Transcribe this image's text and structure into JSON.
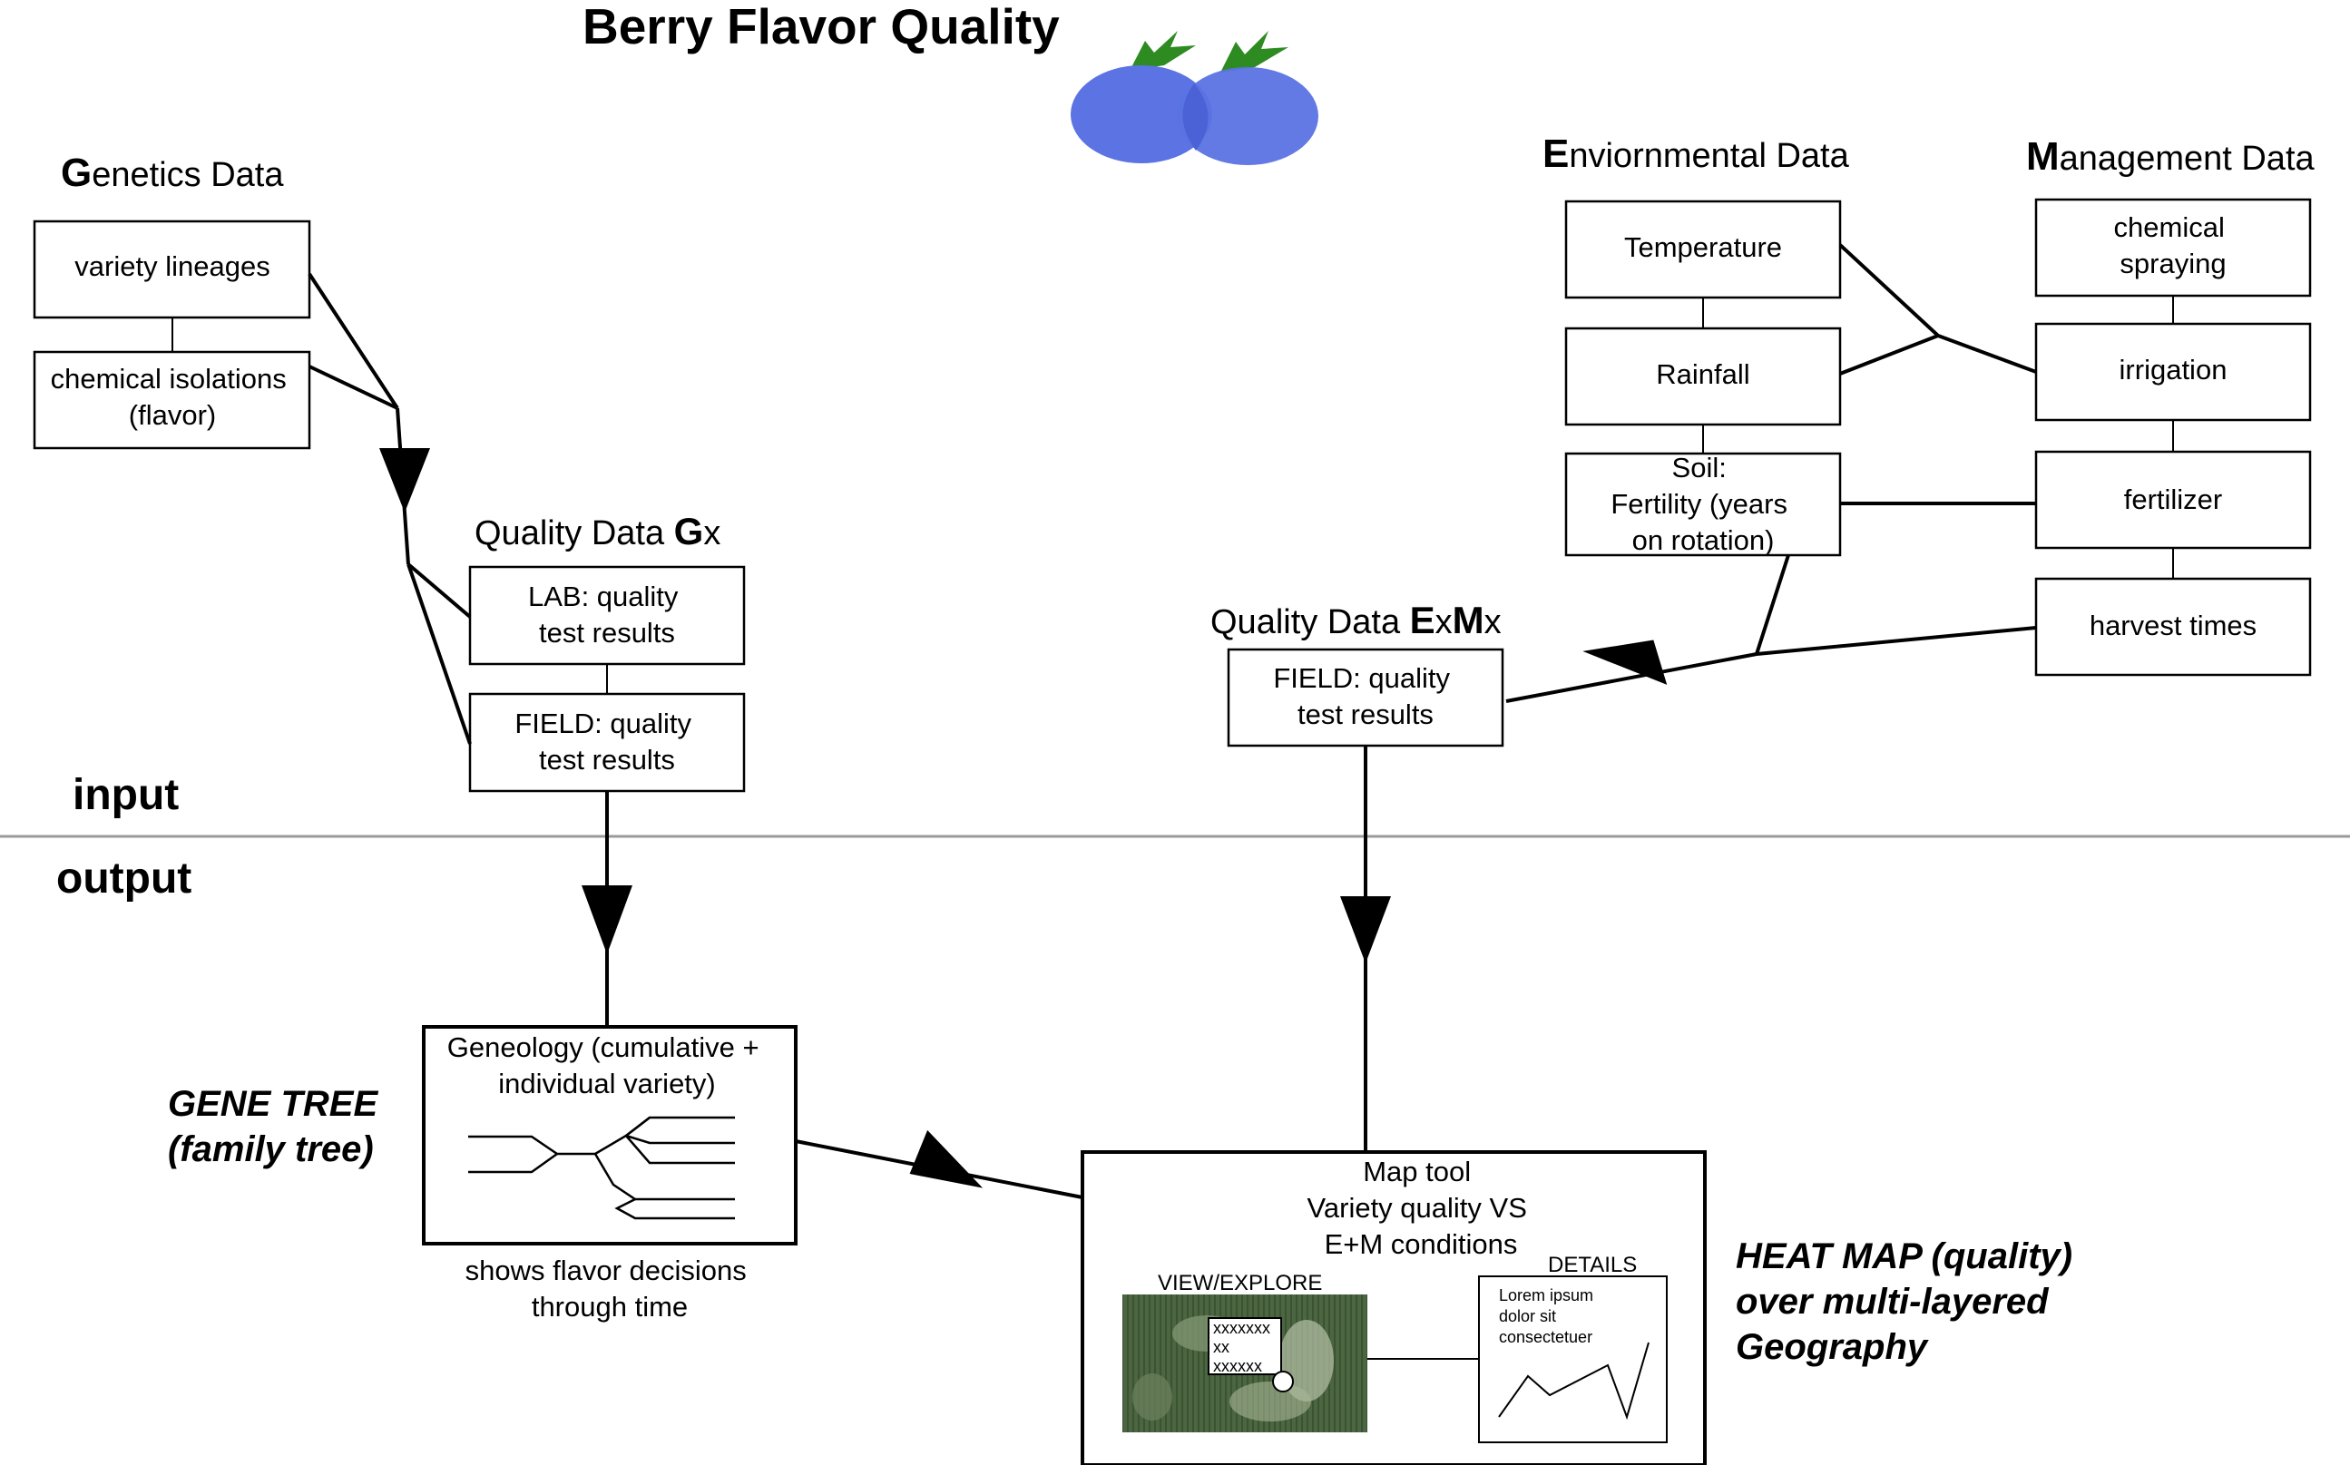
{
  "title": "Berry Flavor Quality",
  "sections": {
    "input": "input",
    "output": "output"
  },
  "genetics": {
    "heading_initial": "G",
    "heading_rest": "enetics Data",
    "variety_lineages": "variety lineages",
    "chemical_isolations": [
      "chemical isolations",
      "(flavor)"
    ]
  },
  "quality_gx": {
    "heading_prefix": "Quality Data ",
    "heading_bold": "G",
    "heading_suffix": "x",
    "lab": [
      "LAB: quality",
      "test results"
    ],
    "field": [
      "FIELD: quality",
      "test results"
    ]
  },
  "environmental": {
    "heading_initial": "E",
    "heading_rest": "nviornmental Data",
    "temperature": "Temperature",
    "rainfall": "Rainfall",
    "soil": [
      "Soil:",
      "Fertility (years",
      "on rotation)"
    ]
  },
  "management": {
    "heading_initial": "M",
    "heading_rest": "anagement Data",
    "chemical_spraying": [
      "chemical",
      "spraying"
    ],
    "irrigation": "irrigation",
    "fertilizer": "fertilizer",
    "harvest_times": "harvest times"
  },
  "quality_exm": {
    "heading_prefix": "Quality Data ",
    "heading_b1": "E",
    "heading_x1": "x",
    "heading_b2": "M",
    "heading_x2": "x",
    "field": [
      "FIELD: quality",
      "test results"
    ]
  },
  "geneology": {
    "box": [
      "Geneology (cumulative +",
      "individual variety)"
    ],
    "caption": [
      "shows flavor decisions",
      "through time"
    ],
    "side_label": [
      "GENE TREE",
      "(family tree)"
    ]
  },
  "map_tool": {
    "box": [
      "Map tool",
      "Variety quality VS",
      "E+M conditions"
    ],
    "view_label": "VIEW/EXPLORE",
    "details_label": "DETAILS",
    "tooltip": [
      "xxxxxxx",
      "xx",
      "xxxxxx"
    ],
    "details_text": [
      "Lorem ipsum",
      "dolor sit",
      "consectetuer"
    ],
    "side_label": [
      "HEAT MAP (quality)",
      "over multi-layered",
      "Geography"
    ]
  },
  "colors": {
    "berry": "#5b73e3",
    "berry_overlap": "#4a62d6",
    "leaf": "#2e8b22",
    "divider": "#9a9a9a",
    "map_dark": "#3f5a35",
    "map_light": "#b7c2a6"
  }
}
